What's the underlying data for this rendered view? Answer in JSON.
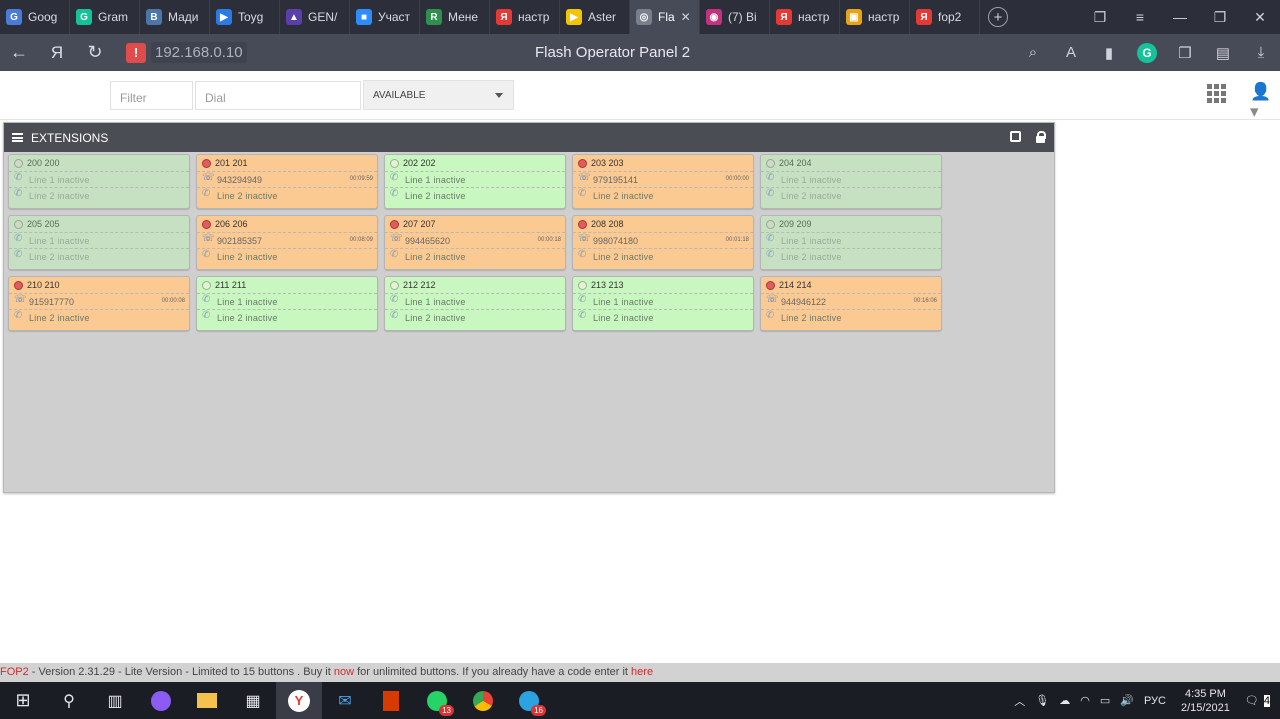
{
  "browser": {
    "tabs": [
      {
        "label": "Goog",
        "icon": "google-translate-icon",
        "color": "#4b7bd9",
        "glyph": "G"
      },
      {
        "label": "Gram",
        "icon": "grammarly-icon",
        "color": "#15c39a",
        "glyph": "G"
      },
      {
        "label": "Мади",
        "icon": "vk-icon",
        "color": "#4a76a8",
        "glyph": "В"
      },
      {
        "label": "Toyg",
        "icon": "play-icon",
        "color": "#2a7be4",
        "glyph": "▶"
      },
      {
        "label": "GEN/",
        "icon": "gen-icon",
        "color": "#5b3fa8",
        "glyph": "▲"
      },
      {
        "label": "Участ",
        "icon": "zoom-icon",
        "color": "#2d8cff",
        "glyph": "■"
      },
      {
        "label": "Мене",
        "icon": "r-icon",
        "color": "#2f8f4f",
        "glyph": "R"
      },
      {
        "label": "настр",
        "icon": "yandex-icon",
        "color": "#e53935",
        "glyph": "Я"
      },
      {
        "label": "Aster",
        "icon": "play-circle-icon",
        "color": "#f3c400",
        "glyph": "▶"
      },
      {
        "label": "Fla",
        "icon": "fingerprint-icon",
        "color": "#7a7f8c",
        "glyph": "◎"
      },
      {
        "label": "(7) Bi",
        "icon": "instagram-icon",
        "color": "#c2337f",
        "glyph": "◉"
      },
      {
        "label": "настр",
        "icon": "yandex-icon",
        "color": "#e53935",
        "glyph": "Я"
      },
      {
        "label": "настр",
        "icon": "image-icon",
        "color": "#e8a417",
        "glyph": "▣"
      },
      {
        "label": "fop2",
        "icon": "yandex-icon",
        "color": "#e53935",
        "glyph": "Я"
      }
    ],
    "active_tab_index": 9,
    "address": "192.168.0.10",
    "page_title": "Flash Operator Panel 2"
  },
  "toolbar": {
    "filter_placeholder": "Filter",
    "dial_placeholder": "Dial",
    "presence_value": "AVAILABLE"
  },
  "panel": {
    "title": "EXTENSIONS",
    "extensions": [
      {
        "label": "200 200",
        "status": "idle",
        "line1": "Line 1 inactive",
        "line2": "Line 2 inactive",
        "timer": ""
      },
      {
        "label": "201 201",
        "status": "busy",
        "line1": "943294949",
        "line2": "Line 2 inactive",
        "timer": "00:09:59"
      },
      {
        "label": "202 202",
        "status": "avail",
        "line1": "Line 1 inactive",
        "line2": "Line 2 inactive",
        "timer": ""
      },
      {
        "label": "203 203",
        "status": "busy",
        "line1": "979195141",
        "line2": "Line 2 inactive",
        "timer": "00:00:00"
      },
      {
        "label": "204 204",
        "status": "idle",
        "line1": "Line 1 inactive",
        "line2": "Line 2 inactive",
        "timer": ""
      },
      {
        "label": "205 205",
        "status": "idle",
        "line1": "Line 1 inactive",
        "line2": "Line 2 inactive",
        "timer": ""
      },
      {
        "label": "206 206",
        "status": "busy",
        "line1": "902185357",
        "line2": "Line 2 inactive",
        "timer": "00:08:09"
      },
      {
        "label": "207 207",
        "status": "busy",
        "line1": "994465620",
        "line2": "Line 2 inactive",
        "timer": "00:00:18"
      },
      {
        "label": "208 208",
        "status": "busy",
        "line1": "998074180",
        "line2": "Line 2 inactive",
        "timer": "00:01:18"
      },
      {
        "label": "209 209",
        "status": "idle",
        "line1": "Line 1 inactive",
        "line2": "Line 2 inactive",
        "timer": ""
      },
      {
        "label": "210 210",
        "status": "busy",
        "line1": "915917770",
        "line2": "Line 2 inactive",
        "timer": "00:00:08"
      },
      {
        "label": "211 211",
        "status": "avail",
        "line1": "Line 1 inactive",
        "line2": "Line 2 inactive",
        "timer": ""
      },
      {
        "label": "212 212",
        "status": "avail",
        "line1": "Line 1 inactive",
        "line2": "Line 2 inactive",
        "timer": ""
      },
      {
        "label": "213 213",
        "status": "avail",
        "line1": "Line 1 inactive",
        "line2": "Line 2 inactive",
        "timer": ""
      },
      {
        "label": "214 214",
        "status": "busy",
        "line1": "944946122",
        "line2": "Line 2 inactive",
        "timer": "00:16:06"
      }
    ]
  },
  "footer": {
    "brand": "FOP2",
    "text_a": " - Version 2.31.29 - Lite Version - Limited to 15 buttons . Buy it ",
    "link_now": "now",
    "text_b": " for unlimited buttons. If you already have a code enter it ",
    "link_here": "here"
  },
  "taskbar": {
    "whatsapp_badge": "13",
    "telegram_badge": "16",
    "language": "РУС",
    "time": "4:35 PM",
    "date": "2/15/2021",
    "notifications": "4"
  }
}
